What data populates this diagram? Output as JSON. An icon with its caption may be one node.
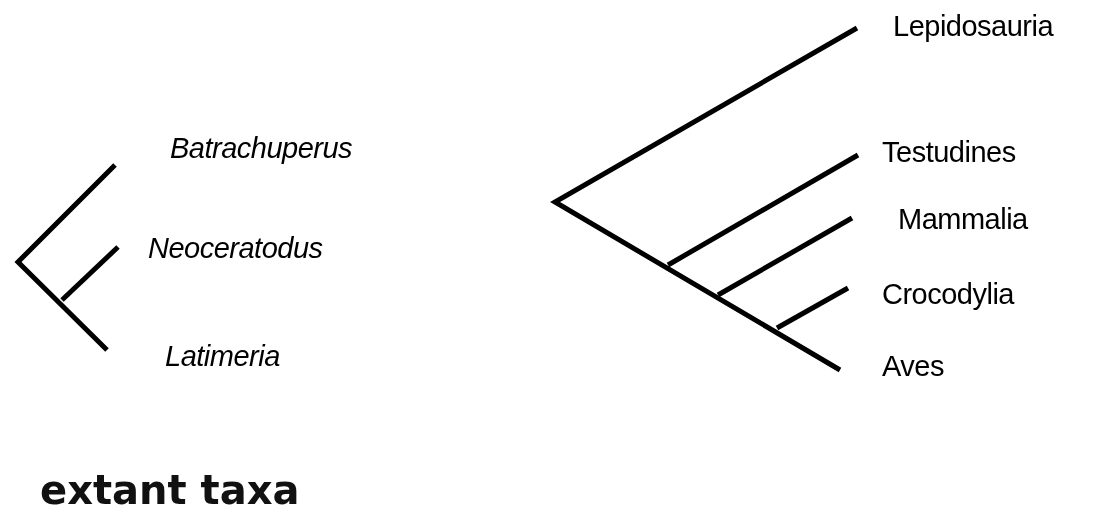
{
  "diagram": {
    "labels": [
      "Batrachuperus",
      "Neoceratodus",
      "Latimeria",
      "Lepidosauria",
      "Testudines",
      "Mammalia",
      "Crocodylia",
      "Aves",
      "extant taxa"
    ]
  }
}
